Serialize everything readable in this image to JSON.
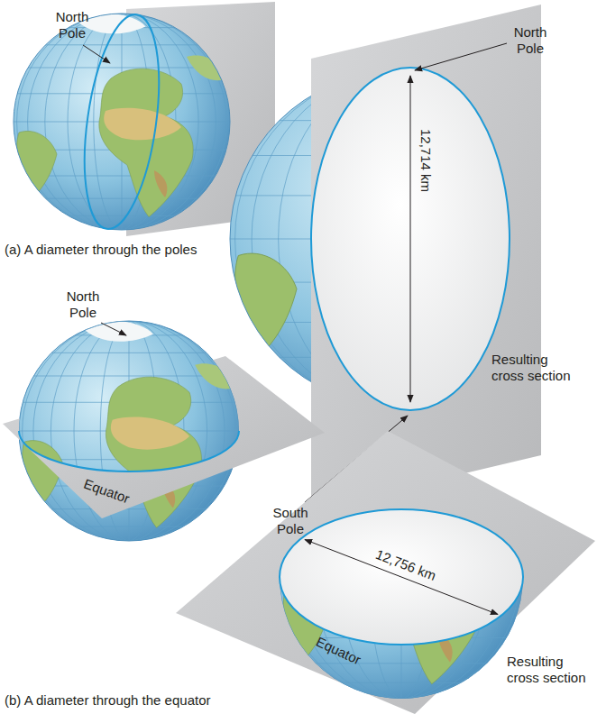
{
  "diagram": {
    "labels": [
      "North Pole",
      "North Pole",
      "12,714 km",
      "(a) A diameter through the poles",
      "Resulting cross section",
      "South Pole",
      "North Pole",
      "Equator",
      "12,756 km",
      "Equator",
      "Resulting cross section",
      "(b) A diameter through the equator"
    ]
  }
}
